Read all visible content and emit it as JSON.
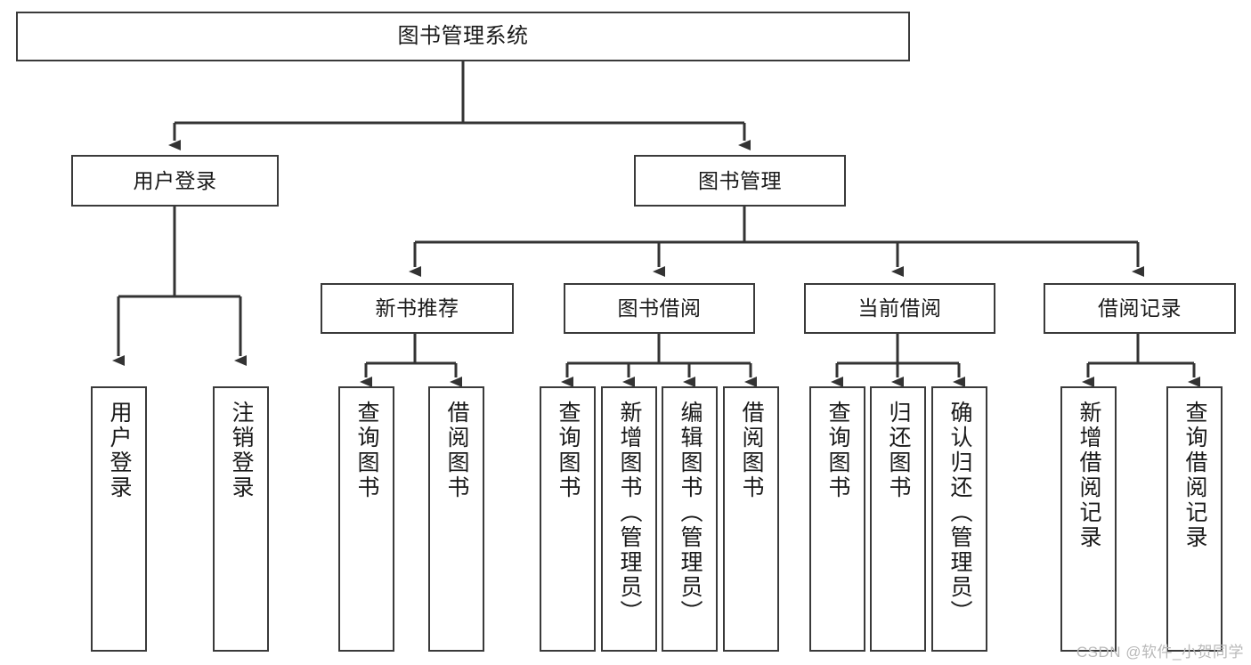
{
  "diagram": {
    "type": "hierarchy-tree",
    "title": "图书管理系统",
    "watermark": "CSDN @软件_小贺同学",
    "colors": {
      "box_border": "#3a3a3a",
      "connector": "#333333",
      "background": "#ffffff",
      "text": "#1a1a1a",
      "watermark": "#b9b9b9"
    },
    "nodes": {
      "root": {
        "label": "图书管理系统"
      },
      "tier2": [
        {
          "label": "用户登录"
        },
        {
          "label": "图书管理"
        }
      ],
      "tier3": [
        {
          "label": "新书推荐"
        },
        {
          "label": "图书借阅"
        },
        {
          "label": "当前借阅"
        },
        {
          "label": "借阅记录"
        }
      ],
      "leaves": [
        {
          "label": "用户登录",
          "parent": "用户登录"
        },
        {
          "label": "注销登录",
          "parent": "用户登录"
        },
        {
          "label": "查询图书",
          "parent": "新书推荐"
        },
        {
          "label": "借阅图书",
          "parent": "新书推荐"
        },
        {
          "label": "查询图书",
          "parent": "图书借阅"
        },
        {
          "label": "新增图书（管理员）",
          "parent": "图书借阅"
        },
        {
          "label": "编辑图书（管理员）",
          "parent": "图书借阅"
        },
        {
          "label": "借阅图书",
          "parent": "图书借阅"
        },
        {
          "label": "查询图书",
          "parent": "当前借阅"
        },
        {
          "label": "归还图书",
          "parent": "当前借阅"
        },
        {
          "label": "确认归还（管理员）",
          "parent": "当前借阅"
        },
        {
          "label": "新增借阅记录",
          "parent": "借阅记录"
        },
        {
          "label": "查询借阅记录",
          "parent": "借阅记录"
        }
      ]
    }
  }
}
